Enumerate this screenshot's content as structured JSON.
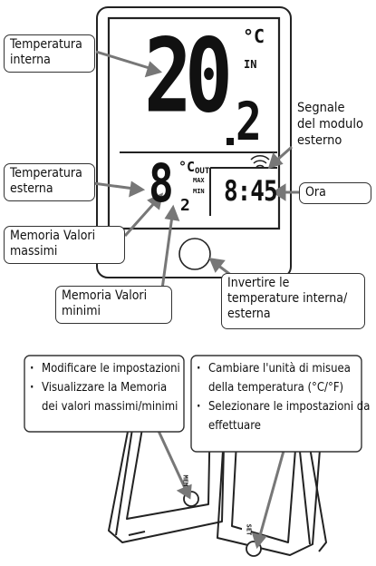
{
  "display": {
    "indoor_temp_int": "20",
    "indoor_temp_dec": "2",
    "indoor_unit": "°C",
    "indoor_tag": "IN",
    "outdoor_temp_int": "8",
    "outdoor_temp_dec": "2",
    "outdoor_unit": "°C",
    "outdoor_tag": "OUT",
    "max_tag": "MAX",
    "min_tag": "MIN",
    "time": "8:45",
    "button_memory": "MEM",
    "button_set": "SET"
  },
  "labels": {
    "indoor": [
      "Temperatura",
      "interna"
    ],
    "outdoor": [
      "Temperatura",
      "esterna"
    ],
    "max_memory": [
      "Memoria Valori",
      "massimi"
    ],
    "min_memory": [
      "Memoria Valori",
      "minimi"
    ],
    "signal": [
      "Segnale",
      "del modulo",
      "esterno"
    ],
    "time": "Ora",
    "swap": [
      "Invertire le",
      "temperature interna/",
      "esterna"
    ]
  },
  "panels": {
    "left": [
      "Modificare le impostazioni",
      "Visualizzare la Memoria",
      "dei valori massimi/minimi"
    ],
    "right": [
      "Cambiare l'unità di misuea",
      "della temperatura (°C/°F)",
      "Selezionare le impostazioni da",
      "effettuare"
    ]
  }
}
